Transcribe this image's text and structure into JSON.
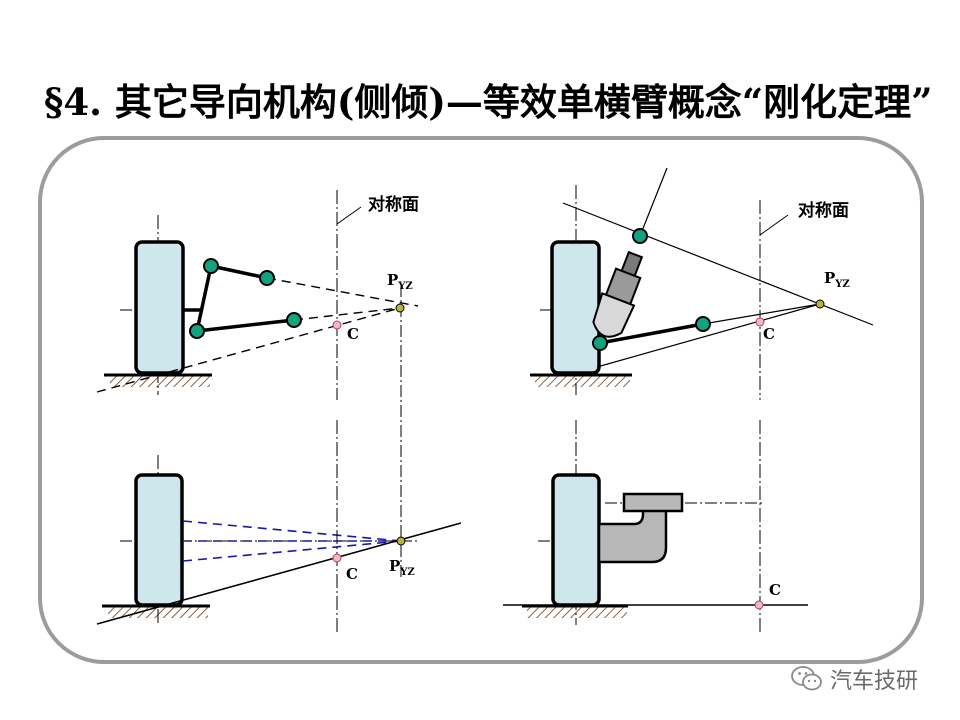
{
  "title": "§4. 其它导向机构(侧倾)—等效单横臂概念“刚化定理”",
  "labels": {
    "symmetry_plane": "对称面",
    "center": "C",
    "pole_main": "P",
    "pole_sub": "YZ"
  },
  "watermark": {
    "icon": "wechat-icon",
    "text": "汽车技研"
  },
  "colors": {
    "tire_fill": "#cde7ec",
    "joint_fill": "#11a37f",
    "center_point": "#f0b8c4",
    "pole_point": "#b8b43a",
    "blue_dashed": "#1a1aa0",
    "strut_gray": "#b8b8b8",
    "frame_border": "#9c9c9c"
  }
}
